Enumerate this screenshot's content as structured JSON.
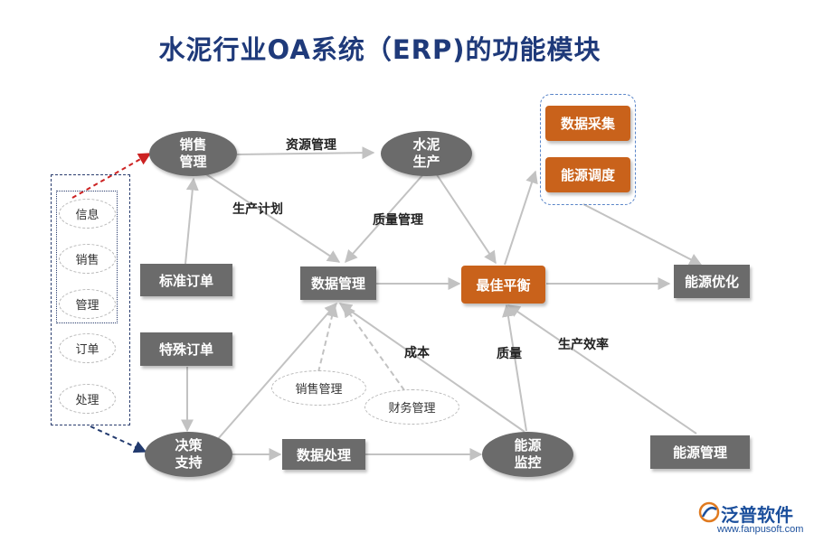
{
  "title": "水泥行业OA系统（ERP)的功能模块",
  "nodes": {
    "sales_mgmt": "销售\n管理",
    "cement_prod": "水泥\n生产",
    "decision": "决策\n支持",
    "energy_monitor": "能源\n监控",
    "standard_order": "标准订单",
    "special_order": "特殊订单",
    "data_mgmt": "数据管理",
    "best_balance": "最佳平衡",
    "energy_opt": "能源优化",
    "data_proc": "数据处理",
    "energy_mgmt": "能源管理",
    "data_collect": "数据采集",
    "energy_dispatch": "能源调度",
    "sub_sales": "销售管理",
    "sub_finance": "财务管理"
  },
  "left_group": {
    "items": [
      "信息",
      "销售",
      "管理",
      "订单",
      "处理"
    ]
  },
  "edge_labels": {
    "resource_mgmt": "资源管理",
    "prod_plan": "生产计划",
    "quality_mgmt": "质量管理",
    "cost": "成本",
    "quality": "质量",
    "prod_eff": "生产效率"
  },
  "colors": {
    "title": "#1f3a7a",
    "node_gray": "#6b6b6b",
    "node_orange": "#c9621b",
    "edge": "#c2c2c2",
    "arrow_red": "#cc2222",
    "arrow_navy": "#223a6e"
  },
  "logo": {
    "name": "泛普软件",
    "url": "www.fanpusoft.com"
  }
}
